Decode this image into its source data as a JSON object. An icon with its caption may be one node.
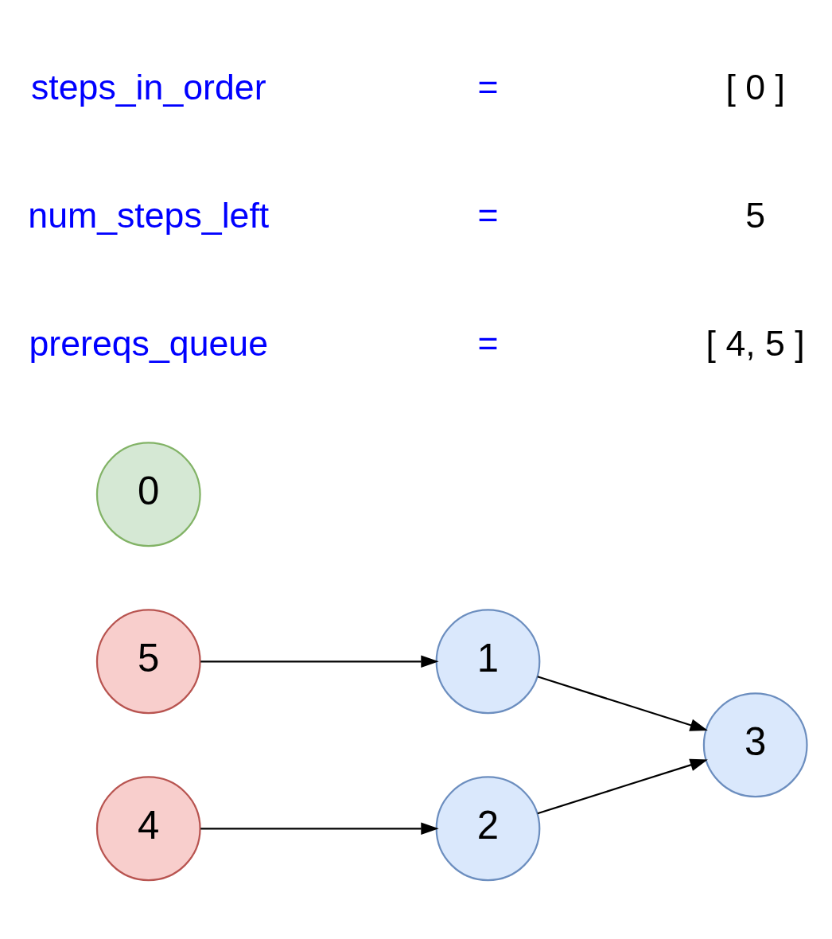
{
  "diagram": {
    "nodes": [
      {
        "text": [
          "5"
        ]
      },
      {
        "text": [
          "1"
        ]
      },
      {
        "text": [
          "0"
        ]
      },
      {
        "text": [
          "3"
        ]
      },
      {
        "text": [
          "2"
        ]
      },
      {
        "text": [
          "4"
        ]
      }
    ],
    "edges": [
      {
        "from": 0,
        "to": 1,
        "arrow": "to"
      },
      {
        "from": 1,
        "to": 3,
        "arrow": "to"
      },
      {
        "from": 4,
        "to": 3,
        "arrow": "to"
      },
      {
        "from": 5,
        "to": 4,
        "arrow": "to"
      }
    ],
    "labels": [
      "prereqs_queue",
      "=",
      "[ 4, 5 ]",
      "num_steps_left",
      "=",
      "5",
      "steps_in_order",
      "=",
      "[ 0 ]"
    ]
  }
}
